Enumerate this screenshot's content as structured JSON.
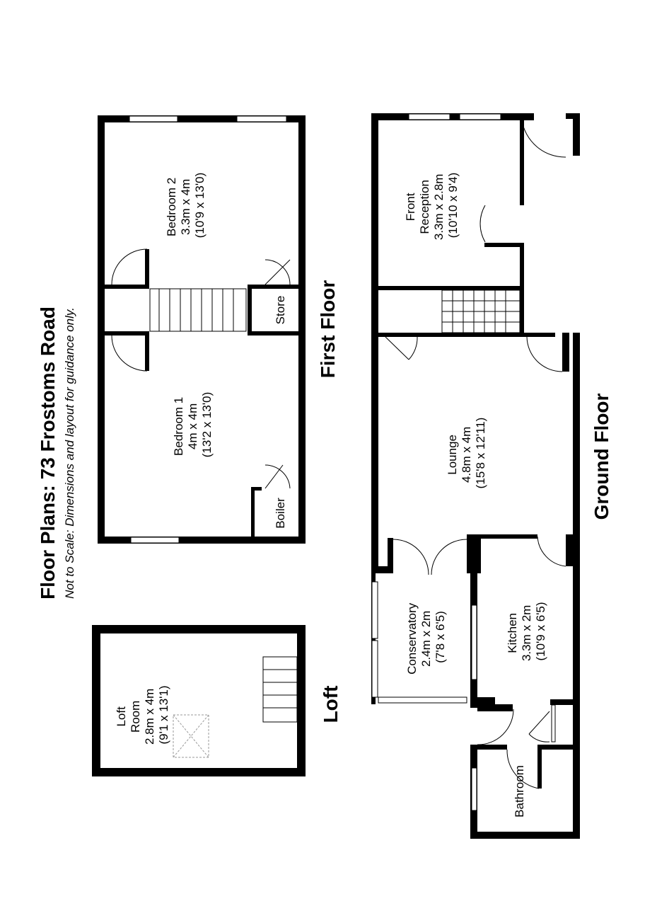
{
  "title": "Floor Plans: 73 Frostoms Road",
  "subtitle": "Not to Scale: Dimensions and layout for guidance only.",
  "floors": {
    "first": "First Floor",
    "ground": "Ground Floor",
    "loft": "Loft"
  },
  "rooms": {
    "bedroom2": [
      "Bedroom 2",
      "3.3m x 4m",
      "(10'9 x 13'0)"
    ],
    "bedroom1": [
      "Bedroom 1",
      "4m x 4m",
      "(13'2 x 13'0)"
    ],
    "store": "Store",
    "boiler": "Boiler",
    "front_reception": [
      "Front",
      "Reception",
      "3.3m x 2.8m",
      "(10'10 x 9'4)"
    ],
    "lounge": [
      "Lounge",
      "4.8m x 4m",
      "(15'8 x 12'11)"
    ],
    "conservatory": [
      "Conservatory",
      "2.4m x 2m",
      "(7'8 x 6'5)"
    ],
    "kitchen": [
      "Kitchen",
      "3.3m x 2m",
      "(10'9 x 6'5)"
    ],
    "bathroom": "Bathroom",
    "loft_room": [
      "Loft",
      "Room",
      "2.8m x 4m",
      "(9'1 x 13'1)"
    ]
  }
}
